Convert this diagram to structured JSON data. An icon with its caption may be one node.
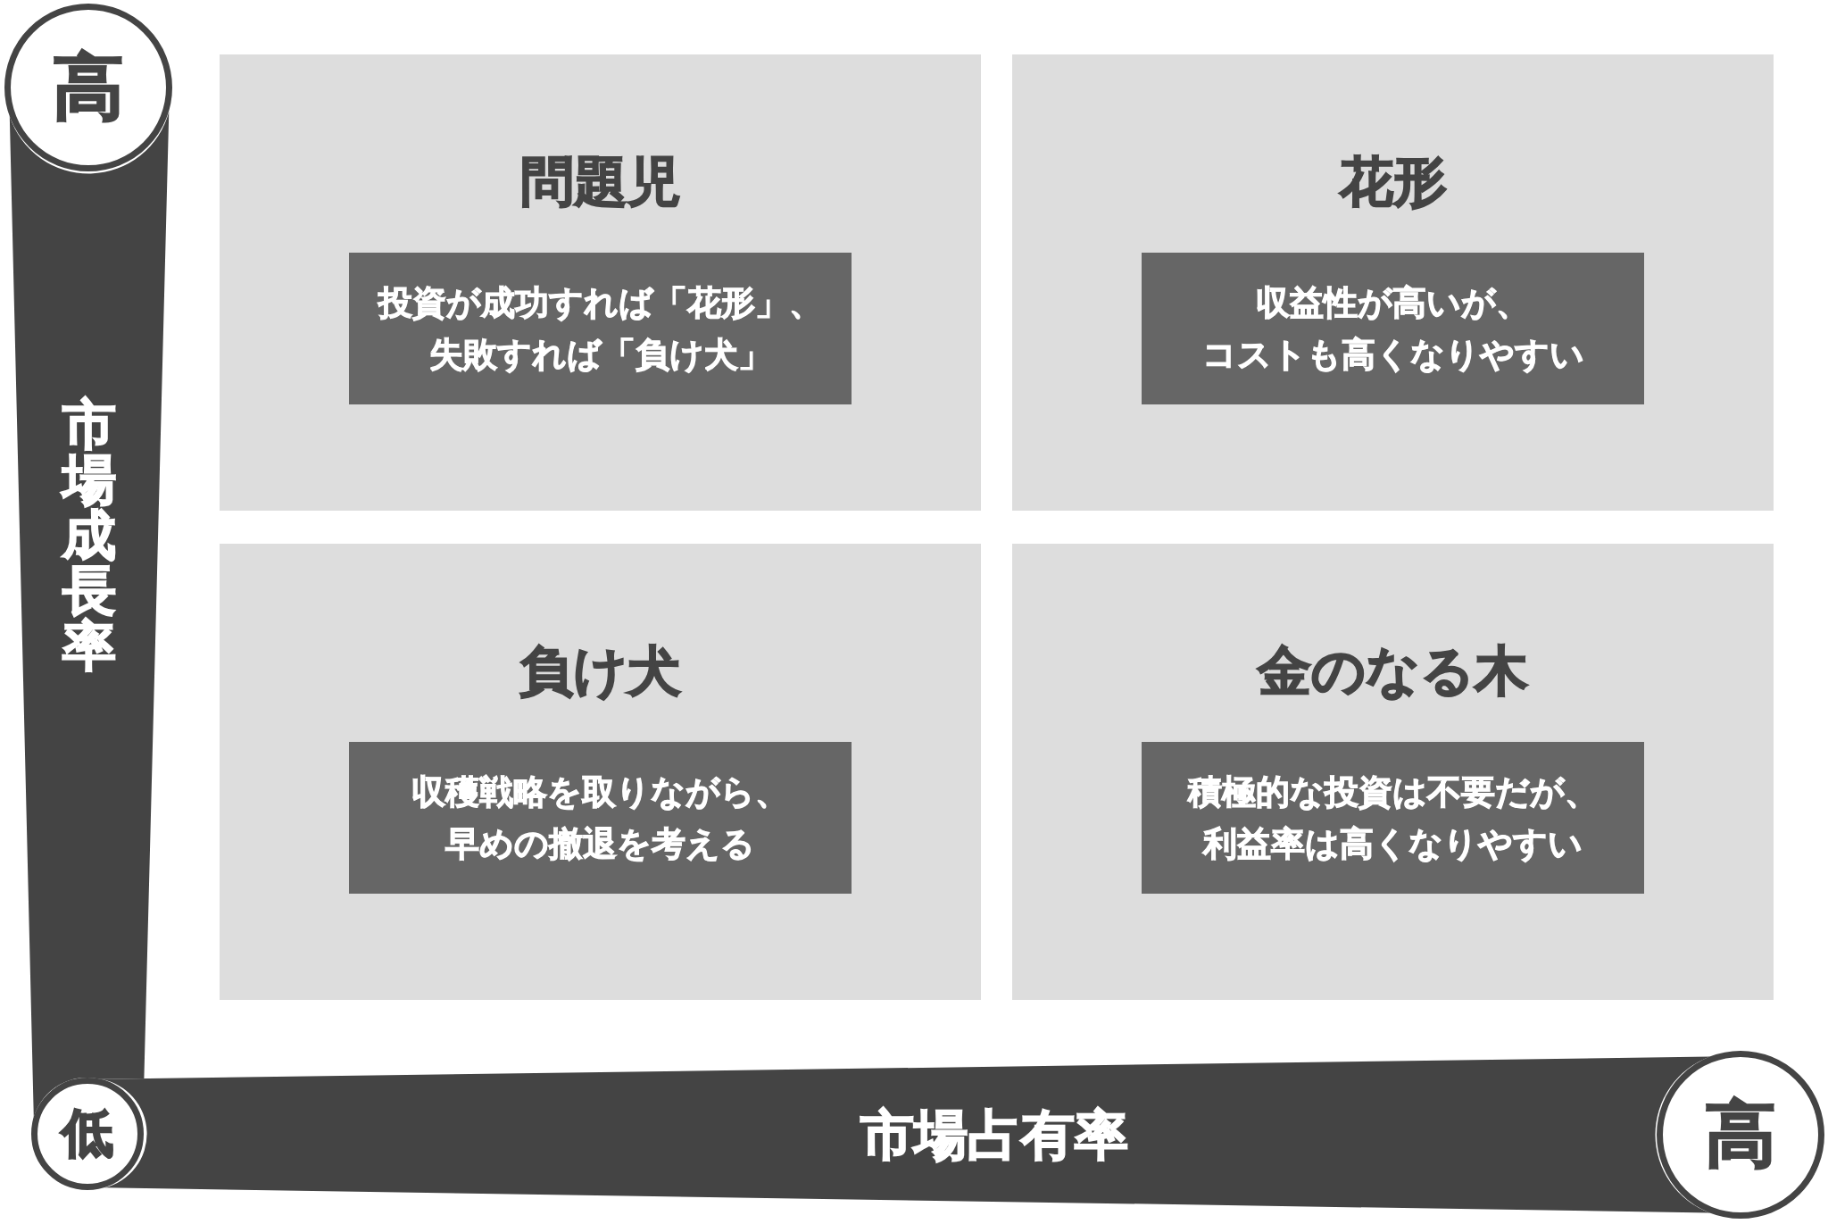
{
  "diagram": {
    "nodes": [
      {
        "text": [
          "高"
        ]
      },
      {
        "text": [
          "市場成長率"
        ]
      },
      {
        "text": [
          "問題児"
        ]
      },
      {
        "text": [
          "投資が成功すれば「花形」、失敗すれば「負け犬」"
        ],
        "in": 2
      },
      {
        "text": [
          "花形"
        ]
      },
      {
        "text": [
          "収益性が高いが、コストも高くなりやすい"
        ],
        "in": 4
      },
      {
        "text": [
          "負け犬"
        ]
      },
      {
        "text": [
          "収穫戦略を取りながら、早めの撤退を考える"
        ],
        "in": 6
      },
      {
        "text": [
          "金のなる木"
        ]
      },
      {
        "text": [
          "積極的な投資は不要だが、利益率は高くなりやすい"
        ],
        "in": 8
      },
      {
        "text": [
          "低"
        ]
      },
      {
        "text": [
          "市場占有率"
        ]
      },
      {
        "text": [
          "高"
        ]
      }
    ]
  }
}
